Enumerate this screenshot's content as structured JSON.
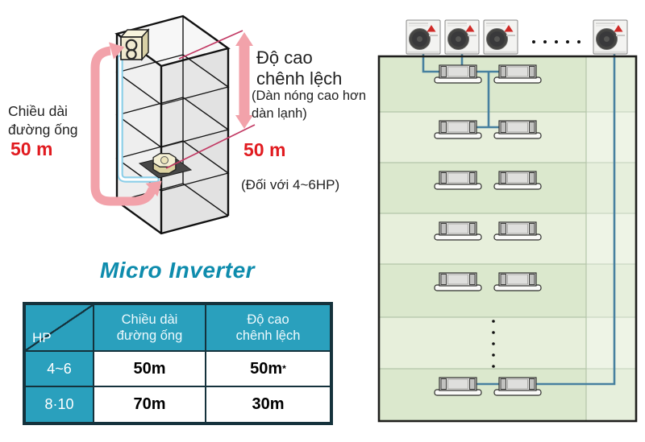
{
  "title": {
    "text": "Micro Inverter"
  },
  "left_diagram": {
    "pipe_length_label_1": "Chiều dài",
    "pipe_length_label_2": "đường ống",
    "pipe_length_value": "50 m",
    "height_label_1": "Độ cao",
    "height_label_2": "chênh lệch",
    "height_note_1": "(Dàn nóng cao hơn",
    "height_note_2": "dàn lạnh)",
    "height_value": "50 m",
    "capacity_note": "(Đối với 4~6HP)"
  },
  "table": {
    "corner_label": "HP",
    "headers": {
      "length_1": "Chiều dài",
      "length_2": "đường ống",
      "height_1": "Độ cao",
      "height_2": "chênh lệch"
    },
    "rows": [
      {
        "hp": "4~6",
        "length": "50m",
        "height": "50m",
        "note": "*"
      },
      {
        "hp": "8·10",
        "length": "70m",
        "height": "30m",
        "note": ""
      }
    ]
  },
  "colors": {
    "teal": "#2aa0bd",
    "title_teal": "#0e8cad",
    "red": "#e11b20",
    "pink_arrow": "#f2a2aa",
    "magenta_line": "#c23a64",
    "pipe_blue": "#47809f",
    "pipe_light_blue": "#8ccfe9",
    "floor_green_dark": "#dbe8cd",
    "floor_green_light": "#e7efdb"
  }
}
